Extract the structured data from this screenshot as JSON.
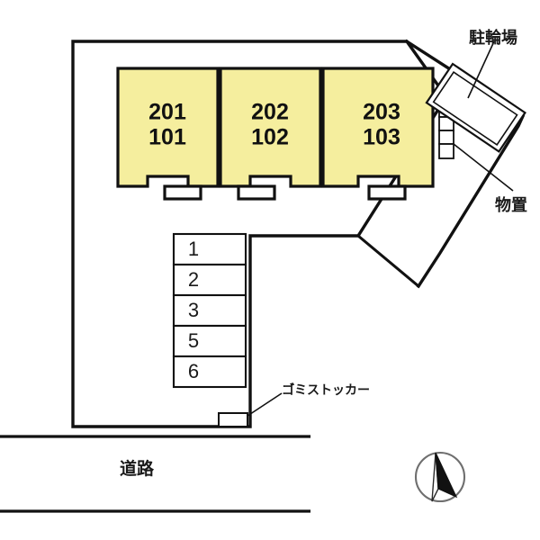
{
  "plan": {
    "background_color": "#ffffff",
    "building_fill": "#f5ee9e",
    "line_color": "#111111"
  },
  "buildings": {
    "units": [
      {
        "id": "unit-a",
        "upper": "201",
        "lower": "101"
      },
      {
        "id": "unit-b",
        "upper": "202",
        "lower": "102"
      },
      {
        "id": "unit-c",
        "upper": "203",
        "lower": "103"
      }
    ]
  },
  "parking": {
    "stalls": [
      {
        "number": "1"
      },
      {
        "number": "2"
      },
      {
        "number": "3"
      },
      {
        "number": "5"
      },
      {
        "number": "6"
      }
    ]
  },
  "annotations": {
    "bicycle_parking": "駐輪場",
    "storage": "物置",
    "garbage_stocker": "ゴ゙ミストッカー",
    "road": "道路"
  },
  "compass": {
    "name": "north-arrow"
  }
}
